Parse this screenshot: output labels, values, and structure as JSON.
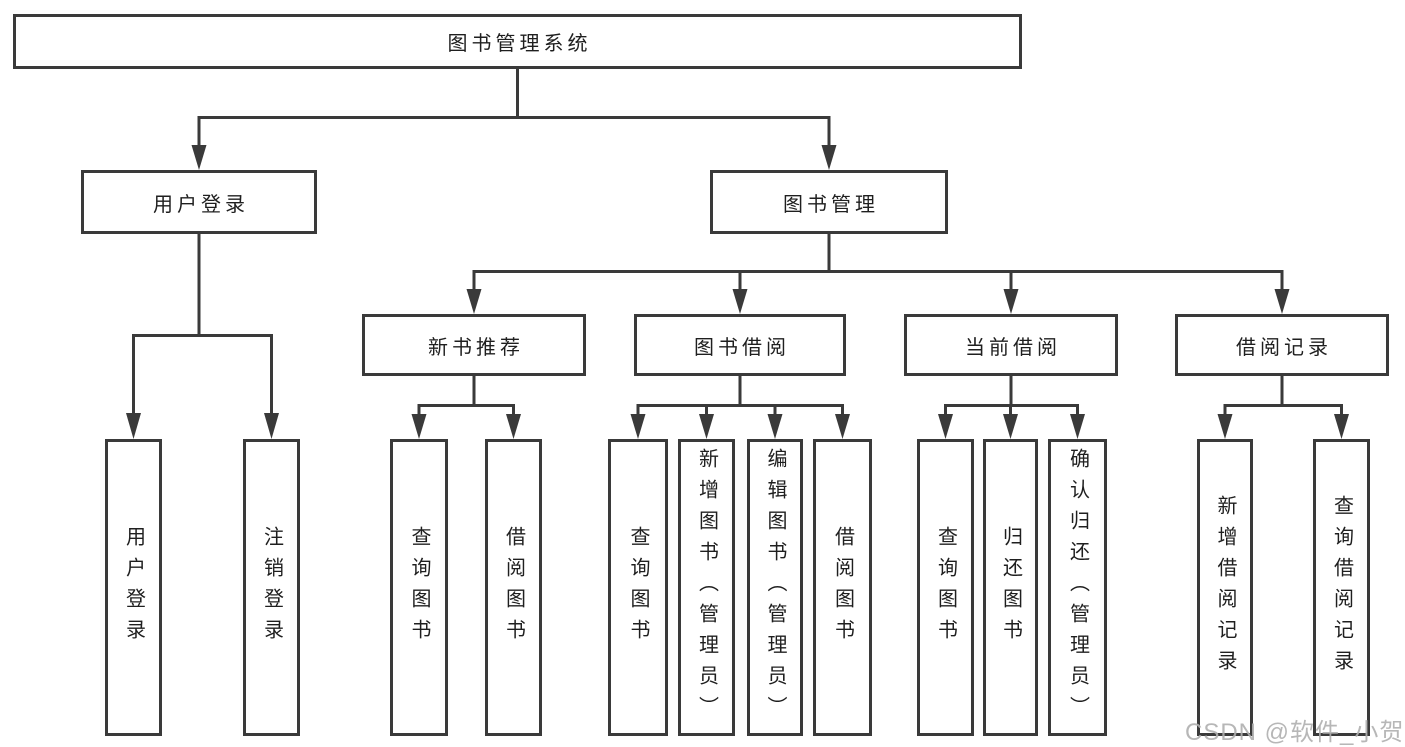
{
  "diagram_title": "图书管理系统",
  "nodes": {
    "root": {
      "label": "图书管理系统"
    },
    "user_login": {
      "label": "用户登录"
    },
    "book_mgmt": {
      "label": "图书管理"
    },
    "new_book_rec": {
      "label": "新书推荐"
    },
    "book_borrow": {
      "label": "图书借阅"
    },
    "current_borrow": {
      "label": "当前借阅"
    },
    "borrow_record": {
      "label": "借阅记录"
    },
    "leaf_user_login": {
      "label": "用户登录"
    },
    "leaf_logout": {
      "label": "注销登录"
    },
    "leaf_query_book_1": {
      "label": "查询图书"
    },
    "leaf_borrow_book_1": {
      "label": "借阅图书"
    },
    "leaf_query_book_2": {
      "label": "查询图书"
    },
    "leaf_add_book": {
      "label": "新增图书（管理员）"
    },
    "leaf_edit_book": {
      "label": "编辑图书（管理员）"
    },
    "leaf_borrow_book_2": {
      "label": "借阅图书"
    },
    "leaf_query_book_3": {
      "label": "查询图书"
    },
    "leaf_return_book": {
      "label": "归还图书"
    },
    "leaf_confirm_return": {
      "label": "确认归还（管理员）"
    },
    "leaf_add_record": {
      "label": "新增借阅记录"
    },
    "leaf_query_record": {
      "label": "查询借阅记录"
    }
  },
  "watermark": "CSDN @软件_小贺同学",
  "colors": {
    "line": "#3a3a3a",
    "box_border": "#3a3a3a",
    "box_fill": "#ffffff",
    "text": "#1f1f1f",
    "watermark": "#b0b0b0",
    "background": "#ffffff"
  }
}
